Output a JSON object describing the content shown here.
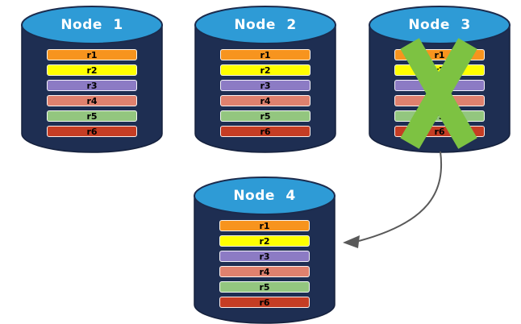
{
  "colors": {
    "background": "#FFFFFF",
    "cylinder_body": "#1E2E52",
    "cylinder_top": "#2E9BD6",
    "title_text": "#FFFFFF",
    "row_text": "#000000",
    "x_mark": "#7DC242",
    "arrow": "#595959"
  },
  "row_colors": [
    "#F7941E",
    "#FFFF00",
    "#8C7BC4",
    "#DF816E",
    "#93C67F",
    "#C53D24"
  ],
  "nodes": [
    {
      "title": "Node 1",
      "failed": false,
      "rows": [
        "r1",
        "r2",
        "r3",
        "r4",
        "r5",
        "r6"
      ]
    },
    {
      "title": "Node 2",
      "failed": false,
      "rows": [
        "r1",
        "r2",
        "r3",
        "r4",
        "r5",
        "r6"
      ]
    },
    {
      "title": "Node 3",
      "failed": true,
      "rows": [
        "r1",
        "r2",
        "r3",
        "r4",
        "r5",
        "r6"
      ]
    },
    {
      "title": "Node 4",
      "failed": false,
      "rows": [
        "r1",
        "r2",
        "r3",
        "r4",
        "r5",
        "r6"
      ]
    }
  ]
}
